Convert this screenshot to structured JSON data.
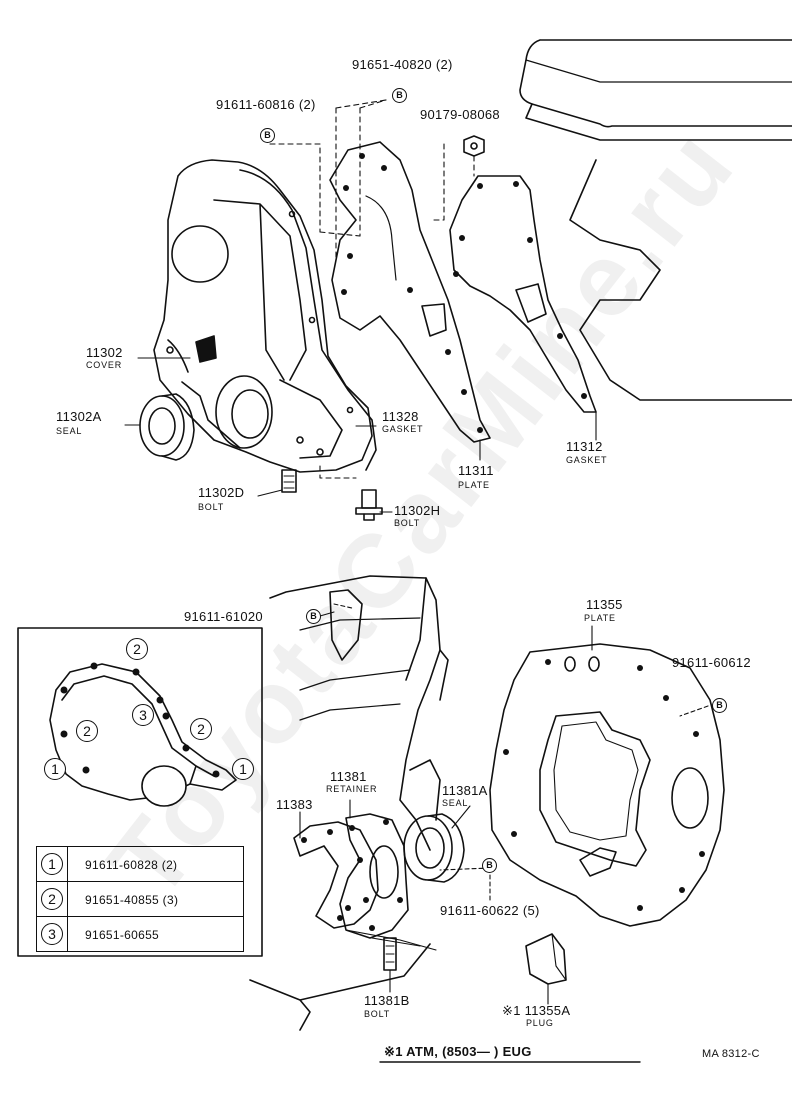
{
  "parts": {
    "p_91651_40820": {
      "number": "91651-40820 (2)"
    },
    "p_91611_60816": {
      "number": "91611-60816 (2)"
    },
    "p_90179_08068": {
      "number": "90179-08068"
    },
    "p_11302": {
      "number": "11302",
      "name": "COVER"
    },
    "p_11302A": {
      "number": "11302A",
      "name": "SEAL"
    },
    "p_11328": {
      "number": "11328",
      "name": "GASKET"
    },
    "p_11311": {
      "number": "11311",
      "name": "PLATE"
    },
    "p_11312": {
      "number": "11312",
      "name": "GASKET"
    },
    "p_11302D": {
      "number": "11302D",
      "name": "BOLT"
    },
    "p_11302H": {
      "number": "11302H",
      "name": "BOLT"
    },
    "p_91611_61020": {
      "number": "91611-61020"
    },
    "p_11355": {
      "number": "11355",
      "name": "PLATE"
    },
    "p_91611_60612": {
      "number": "91611-60612"
    },
    "p_11381": {
      "number": "11381",
      "name": "RETAINER"
    },
    "p_11383": {
      "number": "11383"
    },
    "p_11381A": {
      "number": "11381A",
      "name": "SEAL"
    },
    "p_91611_60622": {
      "number": "91611-60622 (5)"
    },
    "p_11381B": {
      "number": "11381B",
      "name": "BOLT"
    },
    "p_111355A": {
      "number": "※1 11355A",
      "name": "PLUG"
    }
  },
  "callout_marker": "B",
  "legend": [
    {
      "key": "1",
      "part": "91611-60828 (2)"
    },
    {
      "key": "2",
      "part": "91651-40855 (3)"
    },
    {
      "key": "3",
      "part": "91651-60655"
    }
  ],
  "inset_callouts": [
    "2",
    "2",
    "3",
    "2",
    "1",
    "1"
  ],
  "footnote": "※1 ATM, (8503—      ) EUG",
  "figure_code": "MA 8312-C",
  "watermark": "ToyotaCarMine.ru"
}
